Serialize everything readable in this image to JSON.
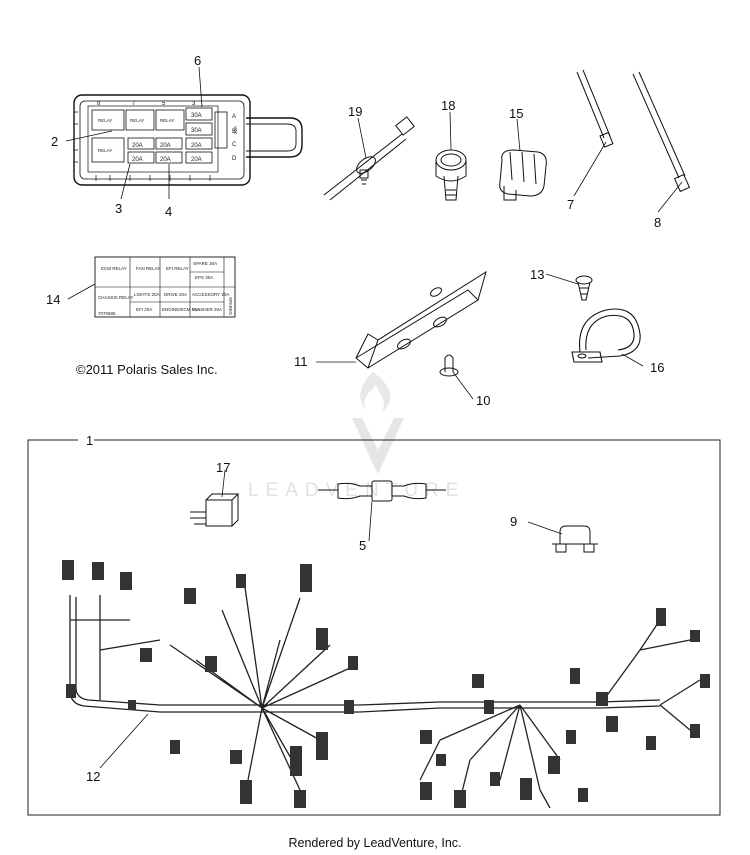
{
  "callouts": {
    "c1": "1",
    "c2": "2",
    "c3": "3",
    "c4": "4",
    "c5": "5",
    "c6": "6",
    "c7": "7",
    "c8": "8",
    "c9": "9",
    "c10": "10",
    "c11": "11",
    "c12": "12",
    "c13": "13",
    "c14": "14",
    "c15": "15",
    "c16": "16",
    "c17": "17",
    "c18": "18",
    "c19": "19"
  },
  "fuse_box": {
    "slot_numbers": [
      "8",
      "7",
      "5",
      "3"
    ],
    "relay_label": "RELAY",
    "fuses": [
      "30A",
      "30A",
      "20A",
      "20A",
      "20A",
      "20A",
      "20A"
    ],
    "row_letters": [
      "A",
      "B",
      "C",
      "D"
    ],
    "side_fuses": [
      "20A",
      "20A"
    ]
  },
  "fuse_chart": {
    "cells": [
      "ECM RELAY",
      "FAN RELAY",
      "EFI RELAY",
      "SPARE 30A",
      "EPS 30A",
      "CHASSIS RELAY",
      "LIGHTS 20A",
      "DRIVE 20A",
      "ACCESSORY 20A",
      "EFI 20A",
      "ENGINE/ECM 10A",
      "FLASHER 20A",
      "SPARES",
      "7070685"
    ]
  },
  "copyright": "©2011 Polaris Sales Inc.",
  "watermark": "LEADVENTURE",
  "footer": "Rendered by LeadVenture, Inc."
}
